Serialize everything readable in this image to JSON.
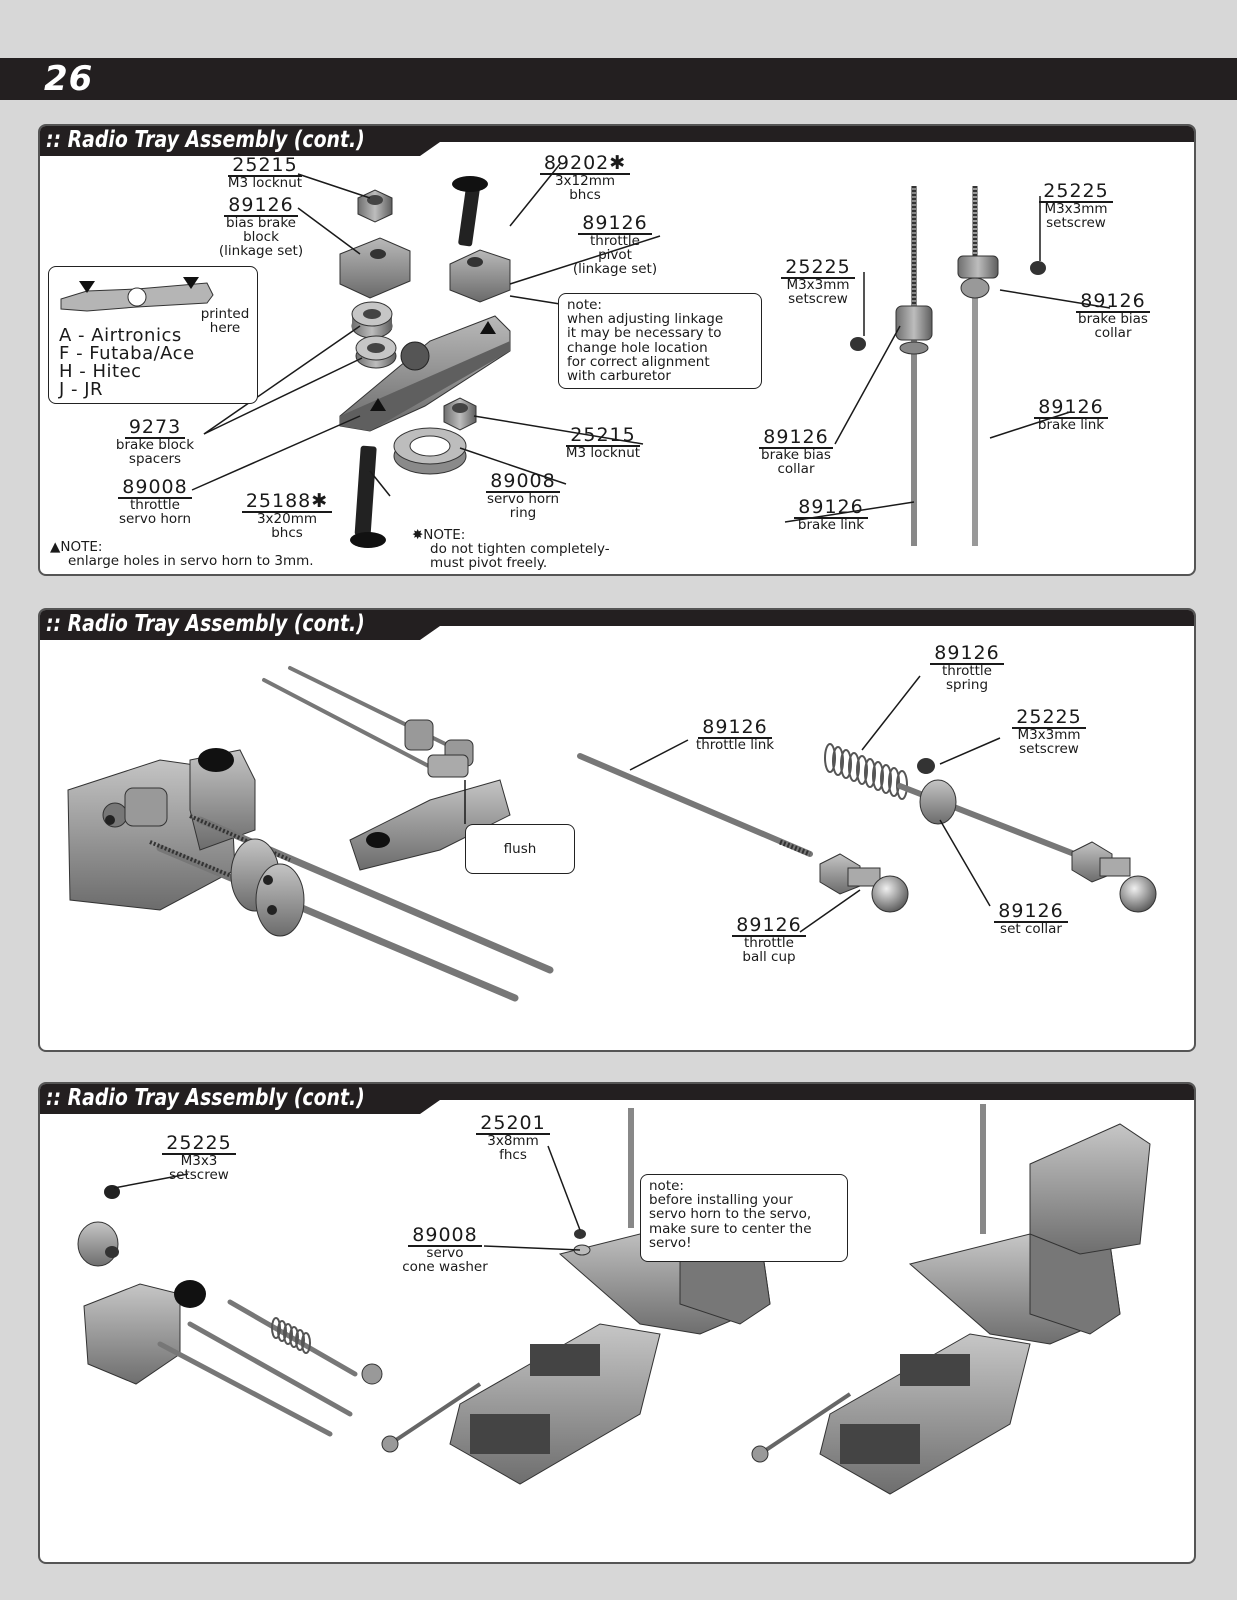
{
  "page": {
    "number": "26"
  },
  "panels": [
    {
      "title": ":: Radio Tray Assembly (cont.)",
      "callouts": [
        {
          "part": "25215",
          "desc": [
            "M3 locknut"
          ]
        },
        {
          "part": "89126",
          "desc": [
            "bias brake",
            "block",
            "(linkage set)"
          ]
        },
        {
          "part": "89202✱",
          "desc": [
            "3x12mm",
            "bhcs"
          ]
        },
        {
          "part": "89126",
          "desc": [
            "throttle",
            "pivot",
            "(linkage set)"
          ]
        },
        {
          "part": "9273",
          "desc": [
            "brake block",
            "spacers"
          ]
        },
        {
          "part": "89008",
          "desc": [
            "throttle",
            "servo horn"
          ]
        },
        {
          "part": "25188✱",
          "desc": [
            "3x20mm",
            "bhcs"
          ]
        },
        {
          "part": "25215",
          "desc": [
            "M3 locknut"
          ]
        },
        {
          "part": "89008",
          "desc": [
            "servo horn",
            "ring"
          ]
        },
        {
          "part": "25225",
          "desc": [
            "M3x3mm",
            "setscrew"
          ]
        },
        {
          "part": "25225",
          "desc": [
            "M3x3mm",
            "setscrew"
          ]
        },
        {
          "part": "89126",
          "desc": [
            "brake bias",
            "collar"
          ]
        },
        {
          "part": "89126",
          "desc": [
            "brake bias",
            "collar"
          ]
        },
        {
          "part": "89126",
          "desc": [
            "brake link"
          ]
        },
        {
          "part": "89126",
          "desc": [
            "brake link"
          ]
        }
      ],
      "legend": {
        "printed": "printed here",
        "rows": [
          "A - Airtronics",
          "F - Futaba/Ace",
          "H - Hitec",
          "J - JR"
        ]
      },
      "note_box": "note:\nwhen adjusting linkage\nit may be necessary to\nchange hole location\nfor correct alignment\nwith carburetor",
      "note_triangle": {
        "head": "▲NOTE:",
        "body": "enlarge holes in servo horn to 3mm."
      },
      "note_star": {
        "head": "✸NOTE:",
        "body": "do not tighten completely-\nmust pivot freely."
      }
    },
    {
      "title": ":: Radio Tray Assembly (cont.)",
      "flush": "flush",
      "callouts": [
        {
          "part": "89126",
          "desc": [
            "throttle link"
          ]
        },
        {
          "part": "89126",
          "desc": [
            "throttle",
            "spring"
          ]
        },
        {
          "part": "25225",
          "desc": [
            "M3x3mm",
            "setscrew"
          ]
        },
        {
          "part": "89126",
          "desc": [
            "throttle",
            "ball cup"
          ]
        },
        {
          "part": "89126",
          "desc": [
            "set collar"
          ]
        }
      ]
    },
    {
      "title": ":: Radio Tray Assembly (cont.)",
      "callouts": [
        {
          "part": "25225",
          "desc": [
            "M3x3",
            "setscrew"
          ]
        },
        {
          "part": "25201",
          "desc": [
            "3x8mm",
            "fhcs"
          ]
        },
        {
          "part": "89008",
          "desc": [
            "servo",
            "cone washer"
          ]
        }
      ],
      "note_box": "note:\nbefore installing your\nservo horn to the servo,\nmake sure to center the\nservo!"
    }
  ]
}
